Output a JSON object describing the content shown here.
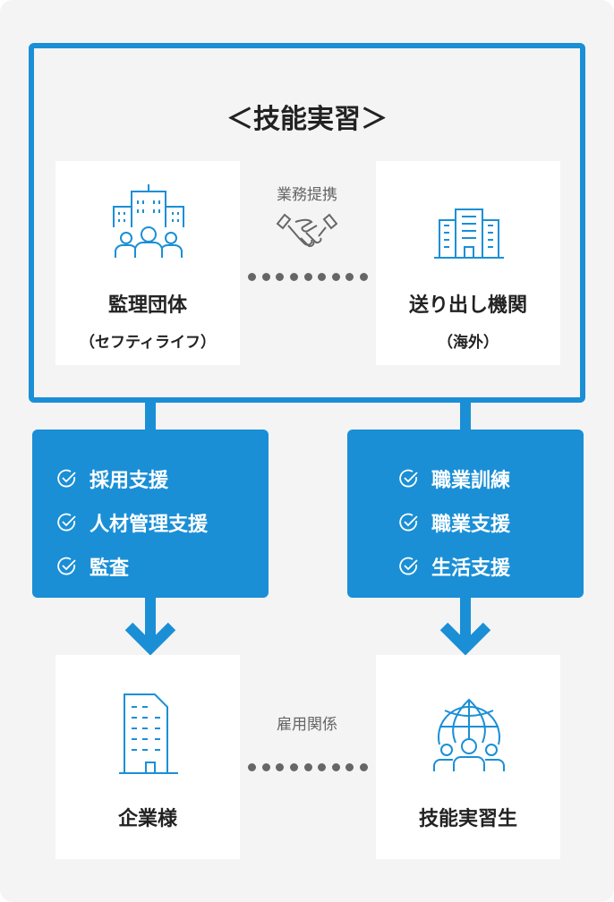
{
  "title": "＜技能実習＞",
  "top_left": {
    "name": "監理団体",
    "sub": "（セフティライフ）",
    "icon": "office-buildings-people-icon"
  },
  "top_right": {
    "name": "送り出し機関",
    "sub": "（海外）",
    "icon": "building-icon"
  },
  "top_relation": {
    "label": "業務提携",
    "icon": "handshake-icon"
  },
  "left_support": [
    "採用支援",
    "人材管理支援",
    "監査"
  ],
  "right_support": [
    "職業訓練",
    "職業支援",
    "生活支援"
  ],
  "bottom_left": {
    "name": "企業様",
    "icon": "office-building-icon"
  },
  "bottom_right": {
    "name": "技能実習生",
    "icon": "globe-people-icon"
  },
  "bottom_relation": {
    "label": "雇用関係"
  },
  "colors": {
    "accent": "#1a8fd6",
    "background": "#f4f4f4",
    "text": "#222222",
    "muted": "#666666"
  }
}
